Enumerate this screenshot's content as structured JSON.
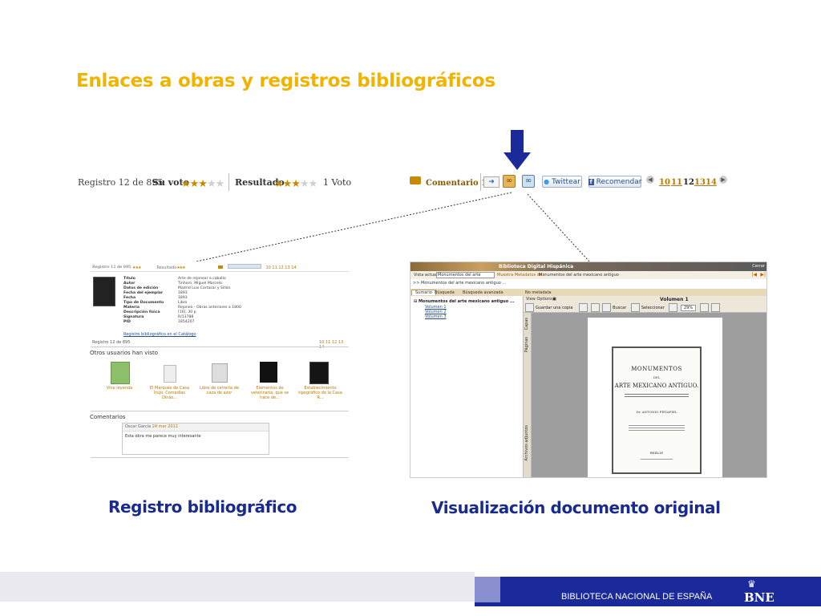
{
  "slide": {
    "title": "Enlaces a obras y registros bibliográficos",
    "caption_left": "Registro bibliográfico",
    "caption_right": "Visualización documento original",
    "footer_text": "BIBLIOTECA NACIONAL DE ESPAÑA",
    "footer_logo": "BNE"
  },
  "colors": {
    "title": "#f0b400",
    "caption": "#1a2b8f",
    "footer": "#1a2a9a",
    "arrow": "#1a2a9a"
  },
  "record_bar": {
    "registro": "Registro 12 de 895",
    "su_voto": "Su voto",
    "resultado": "Resultado",
    "votos": "1 Voto",
    "comentario": "Comentario 1",
    "twitter": "Twittear",
    "recomendar": "Recomendar",
    "pages": [
      "10",
      "11",
      "12",
      "13",
      "14"
    ],
    "current_page": "12"
  },
  "left_shot": {
    "registro": "Registro 12 de 895",
    "fields": [
      {
        "label": "Título",
        "value": "Arte de rejonear a caballo"
      },
      {
        "label": "Autor",
        "value": "Tinhorn, Miguel Marcelo"
      },
      {
        "label": "Datos de edición",
        "value": "Madrid Luis Cortazar y Sillán"
      },
      {
        "label": "Fecha del ejemplar",
        "value": "1893"
      },
      {
        "label": "Fecha",
        "value": "1893"
      },
      {
        "label": "Tipo de Documento",
        "value": "Libro"
      },
      {
        "label": "Materia",
        "value": "Rejoneo - Obras anteriores a 1800"
      },
      {
        "label": "Descripción física",
        "value": "[16], 30 p"
      },
      {
        "label": "Signatura",
        "value": "R/13788"
      },
      {
        "label": "PID",
        "value": "1854207"
      }
    ],
    "catalog_link": "Registro bibliográfico en el Catálogo",
    "others_heading": "Otros usuarios han visto",
    "books": [
      {
        "title": "Vino leyenda"
      },
      {
        "title": "El Marqués de Casa Irujo. Comedias Dinás..."
      },
      {
        "title": "Libro de cetrería de caza de azor"
      },
      {
        "title": "Elementos de veterinaria, que se hace de..."
      },
      {
        "title": "Establecimiento tipográfico de la Casa R..."
      }
    ],
    "comments_heading": "Comentarios",
    "comment_author": "Oscar García",
    "comment_date": "24 mar 2011",
    "comment_text": "Esta obra me parece muy interesante"
  },
  "right_shot": {
    "app_title": "Biblioteca Digital Hispánica",
    "close": "Cerrar",
    "vista_label": "Vista actual:",
    "vista_value": "Monumentos del arte",
    "metadata_label": "Muestra Metadatos de :",
    "metadata_value": "Monumentos del arte mexicano antiguo",
    "breadcrumb": ">> Monumentos del arte mexicano antiguo ...",
    "tabs": [
      "Sumario",
      "Búsqueda",
      "Búsqueda avanzada"
    ],
    "no_metadata": "No metadata",
    "view_options": "View Options",
    "volume_title": "Volumen 1",
    "tree_root": "Monumentos del arte mexicano antiguo ...",
    "tree_items": [
      "Volumen 1",
      "Volumen 2",
      "Volumen 3"
    ],
    "toolbar": {
      "save": "Guardar una copia",
      "search": "Buscar",
      "select": "Seleccionar",
      "zoom": "29%"
    },
    "side_tabs": [
      "Capas",
      "Páginas",
      "Archivos adjuntos"
    ],
    "doc_title_1": "MONUMENTOS",
    "doc_title_2": "DEL",
    "doc_title_3": "ARTE MEXICANO ANTIGUO.",
    "doc_author": "Dr. ANTONIO PEÑAFIEL",
    "doc_city": "BERLIN"
  }
}
